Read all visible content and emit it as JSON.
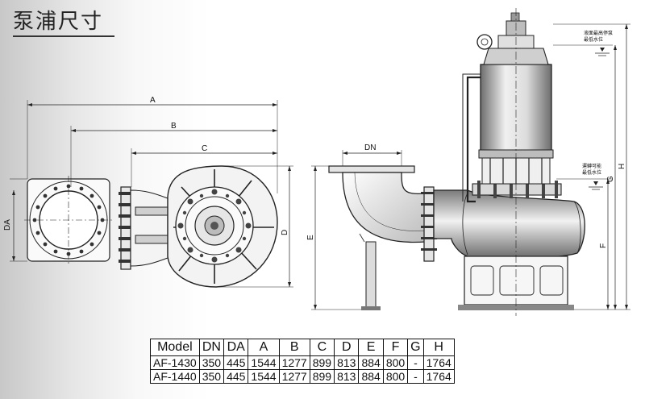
{
  "title": "泵浦尺寸",
  "diagram": {
    "dim_labels": {
      "a": "A",
      "b": "B",
      "c": "C",
      "da": "DA",
      "d": "D",
      "dn": "DN",
      "e": "E",
      "f": "F",
      "g": "G",
      "h": "H"
    },
    "notes": {
      "note1_line1": "液面最高停泵",
      "note1_line2": "最低水位",
      "note2_line1": "運轉可能",
      "note2_line2": "最低水位"
    }
  },
  "table": {
    "headers": [
      "Model",
      "DN",
      "DA",
      "A",
      "B",
      "C",
      "D",
      "E",
      "F",
      "G",
      "H"
    ],
    "rows": [
      [
        "AF-1430",
        "350",
        "445",
        "1544",
        "1277",
        "899",
        "813",
        "884",
        "800",
        "-",
        "1764"
      ],
      [
        "AF-1440",
        "350",
        "445",
        "1544",
        "1277",
        "899",
        "813",
        "884",
        "800",
        "-",
        "1764"
      ]
    ]
  }
}
